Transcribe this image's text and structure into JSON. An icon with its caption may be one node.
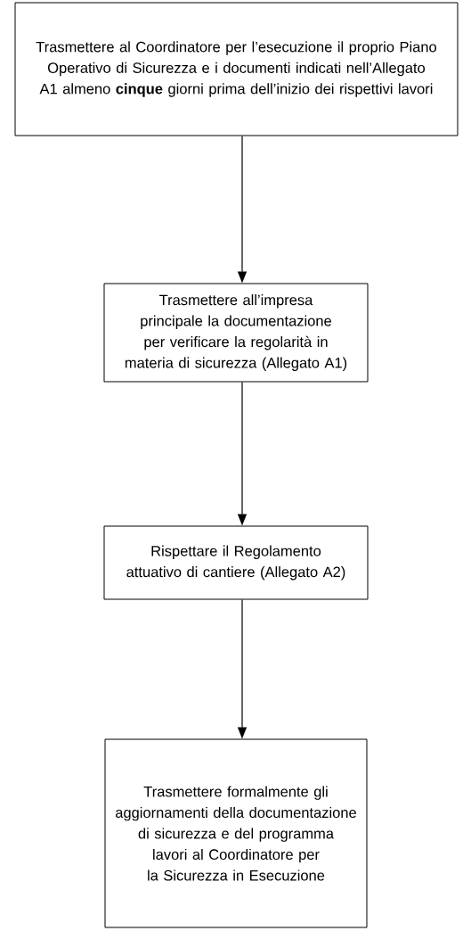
{
  "diagram": {
    "nodes": [
      {
        "text": [
          "Trasmettere al Coordinatore per l’esecuzione il proprio Piano Operativo di Sicurezza e i documenti indicati nell’Allegato A1 almeno **cinque** giorni prima dell’inizio dei rispettivi lavori"
        ]
      },
      {
        "text": [
          "Trasmettere all’impresa principale la documentazione per verificare la regolarità in materia di sicurezza (Allegato A1)"
        ]
      },
      {
        "text": [
          "Rispettare il Regolamento attuativo di cantiere (Allegato A2)"
        ]
      },
      {
        "text": [
          "Trasmettere formalmente gli aggiornamenti della documentazione di sicurezza e del programma lavori al Coordinatore per la Sicurezza in Esecuzione"
        ]
      }
    ],
    "edges": [
      {
        "from": 0,
        "to": 1,
        "arrow": "to"
      },
      {
        "from": 1,
        "to": 2,
        "arrow": "to"
      },
      {
        "from": 2,
        "to": 3,
        "arrow": "to"
      }
    ]
  }
}
